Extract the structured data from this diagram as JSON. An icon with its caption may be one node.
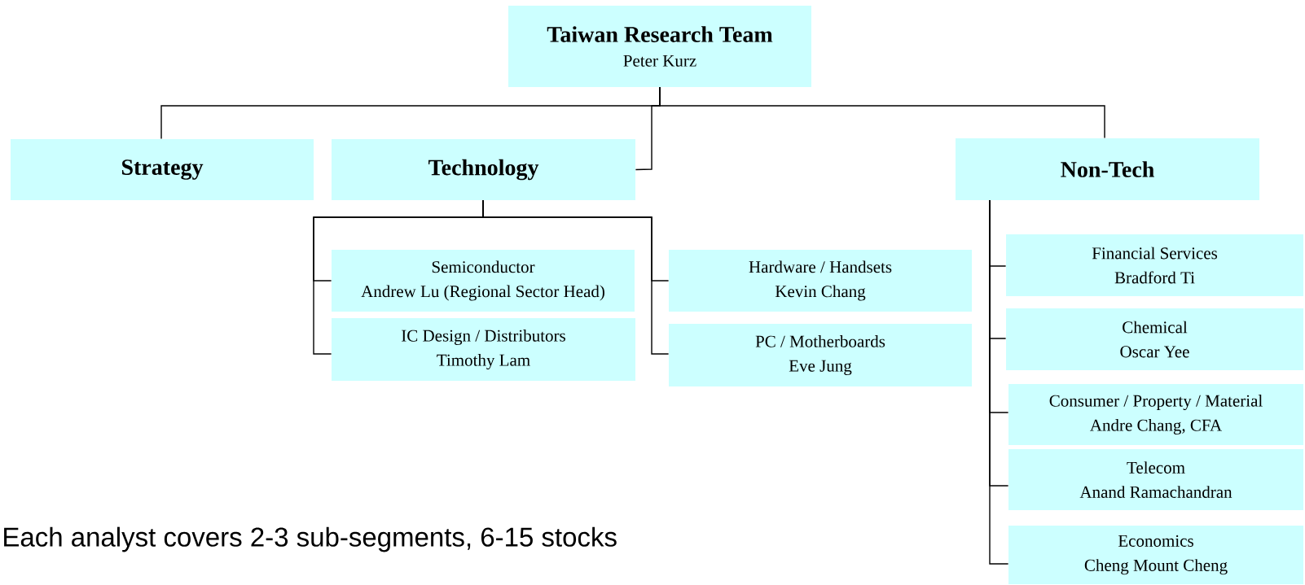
{
  "diagram": {
    "nodes": [
      {
        "text": [
          "Taiwan Research Team",
          "Peter Kurz"
        ]
      },
      {
        "text": [
          "Strategy"
        ]
      },
      {
        "text": [
          "Technology"
        ]
      },
      {
        "text": [
          "Non-Tech"
        ]
      },
      {
        "text": [
          "Semiconductor",
          "Andrew Lu (Regional Sector Head)"
        ]
      },
      {
        "text": [
          "IC Design / Distributors",
          "Timothy Lam"
        ]
      },
      {
        "text": [
          "Hardware / Handsets",
          "Kevin Chang"
        ]
      },
      {
        "text": [
          "PC / Motherboards",
          "Eve Jung"
        ]
      },
      {
        "text": [
          "Financial Services",
          "Bradford Ti"
        ]
      },
      {
        "text": [
          "Chemical",
          "Oscar Yee"
        ]
      },
      {
        "text": [
          "Consumer / Property / Material",
          "Andre Chang, CFA"
        ]
      },
      {
        "text": [
          "Telecom",
          "Anand Ramachandran"
        ]
      },
      {
        "text": [
          "Economics",
          "Cheng Mount Cheng"
        ]
      }
    ],
    "edges": [
      {
        "from": 0,
        "to": 1,
        "arrow": "none"
      },
      {
        "from": 0,
        "to": 2,
        "arrow": "none"
      },
      {
        "from": 0,
        "to": 3,
        "arrow": "none"
      },
      {
        "from": 2,
        "to": 4,
        "arrow": "none"
      },
      {
        "from": 2,
        "to": 5,
        "arrow": "none"
      },
      {
        "from": 2,
        "to": 6,
        "arrow": "none"
      },
      {
        "from": 2,
        "to": 7,
        "arrow": "none"
      },
      {
        "from": 3,
        "to": 8,
        "arrow": "none"
      },
      {
        "from": 3,
        "to": 9,
        "arrow": "none"
      },
      {
        "from": 3,
        "to": 10,
        "arrow": "none"
      },
      {
        "from": 3,
        "to": 11,
        "arrow": "none"
      },
      {
        "from": 3,
        "to": 12,
        "arrow": "none"
      }
    ],
    "labels": [
      "Each analyst covers 2-3 sub-segments, 6-15 stocks"
    ]
  }
}
